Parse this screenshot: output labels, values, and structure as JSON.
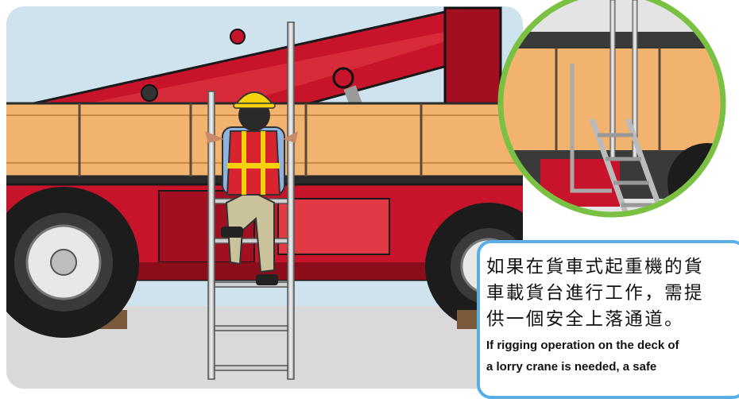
{
  "illustration": {
    "subject": "worker-climbing-ladder-to-lorry-crane-deck",
    "colors": {
      "sky": "#cfe3ef",
      "ground": "#d9d9d9",
      "crane_red": "#c8142a",
      "deck_orange": "#f2b36f",
      "ladder_steel": "#c9c9c9",
      "helmet": "#f5d20c",
      "vest": "#d9232e",
      "callout_ring": "#7ac143",
      "caption_border": "#5aaee6"
    }
  },
  "caption": {
    "zh_lines": [
      "如果在貨車式起重機的貨",
      "車載貨台進行工作，需提",
      "供一個安全上落通道。"
    ],
    "en_lines": [
      "If rigging operation on the deck of",
      "a lorry crane is needed, a safe"
    ]
  }
}
